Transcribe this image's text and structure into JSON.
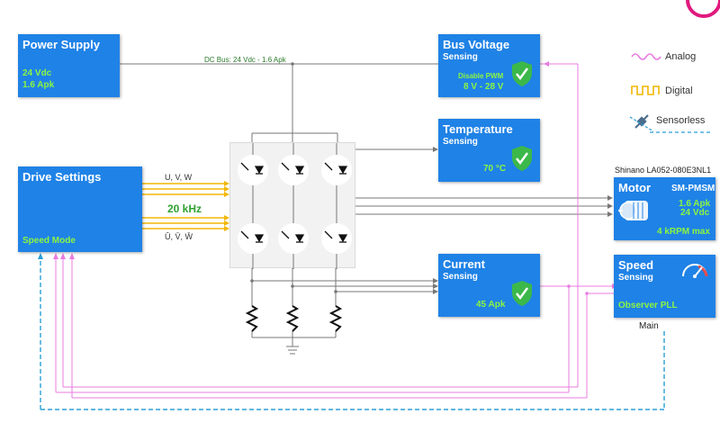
{
  "power_supply": {
    "title": "Power Supply",
    "voltage": "24 Vdc",
    "current": "1.6 Apk"
  },
  "dc_bus": {
    "label": "DC Bus: 24 Vdc - 1.6 Apk"
  },
  "bus_voltage": {
    "title": "Bus Voltage",
    "subtitle": "Sensing",
    "status": "Disable PWM",
    "range": "8 V - 28 V"
  },
  "temperature": {
    "title": "Temperature",
    "subtitle": "Sensing",
    "value": "70 °C"
  },
  "current_sensing": {
    "title": "Current",
    "subtitle": "Sensing",
    "value": "45 Apk"
  },
  "drive_settings": {
    "title": "Drive Settings",
    "mode": "Speed Mode",
    "upper_phases": "U, V, W",
    "lower_phases": "Ū, V̄, W̄",
    "pwm_freq": "20 kHz"
  },
  "motor": {
    "part_number": "Shinano LA052-080E3NL1",
    "title": "Motor",
    "type": "SM-PMSM",
    "current": "1.6 Apk",
    "voltage": "24 Vdc",
    "speed": "4 kRPM max"
  },
  "speed_sensing": {
    "title": "Speed",
    "subtitle": "Sensing",
    "method": "Observer PLL",
    "label": "Main"
  },
  "legend": {
    "analog": "Analog",
    "digital": "Digital",
    "sensorless": "Sensorless"
  },
  "colors": {
    "block": "#1f82e6",
    "value_text": "#8cf542",
    "analog": "#e87be0",
    "digital": "#f2b705",
    "sensorless": "#2a9fd6",
    "wire": "#777777",
    "accent_green": "#2fa12f"
  }
}
